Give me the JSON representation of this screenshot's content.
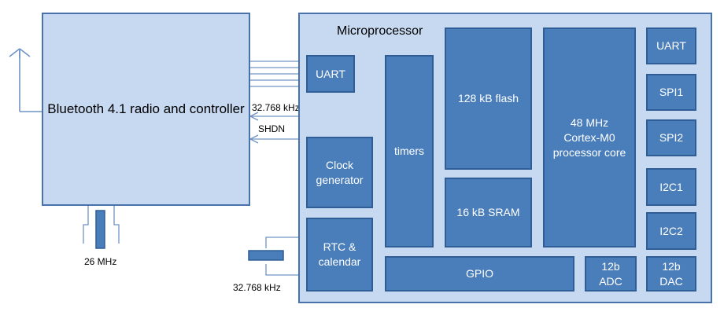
{
  "bluetooth": {
    "label": "Bluetooth 4.1 radio and controller"
  },
  "crystal_left": {
    "freq": "26 MHz"
  },
  "crystal_right": {
    "freq": "32.768 kHz"
  },
  "signals": {
    "clock": "32.768 kHz",
    "shdn": "SHDN"
  },
  "microprocessor": {
    "title": "Microprocessor",
    "blocks": {
      "uart_left": "UART",
      "clock_gen": "Clock\ngenerator",
      "rtc": "RTC &\ncalendar",
      "timers": "timers",
      "flash": "128 kB flash",
      "sram": "16 kB SRAM",
      "gpio": "GPIO",
      "core": "48 MHz\nCortex-M0\nprocessor core",
      "adc": "12b\nADC",
      "dac": "12b\nDAC",
      "uart_right": "UART",
      "spi1": "SPI1",
      "spi2": "SPI2",
      "i2c1": "I2C1",
      "i2c2": "I2C2"
    }
  },
  "colors": {
    "light_fill": "#c6d9f1",
    "block_fill": "#4a7ebb",
    "border": "#4a72aa"
  }
}
